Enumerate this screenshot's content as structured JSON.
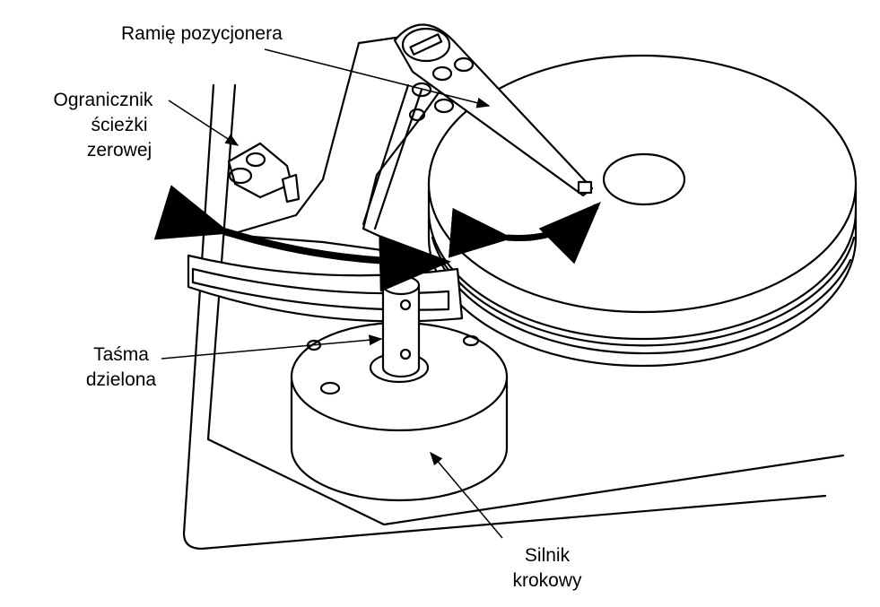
{
  "labels": {
    "positioner_arm": "Ramię pozycjonera",
    "track_zero_stop": [
      "Ogranicznik",
      "ścieżki",
      "zerowej"
    ],
    "split_band": [
      "Taśma",
      "dzielona"
    ],
    "stepper_motor": [
      "Silnik",
      "krokowy"
    ]
  },
  "colors": {
    "line": "#000000",
    "background": "#ffffff"
  }
}
